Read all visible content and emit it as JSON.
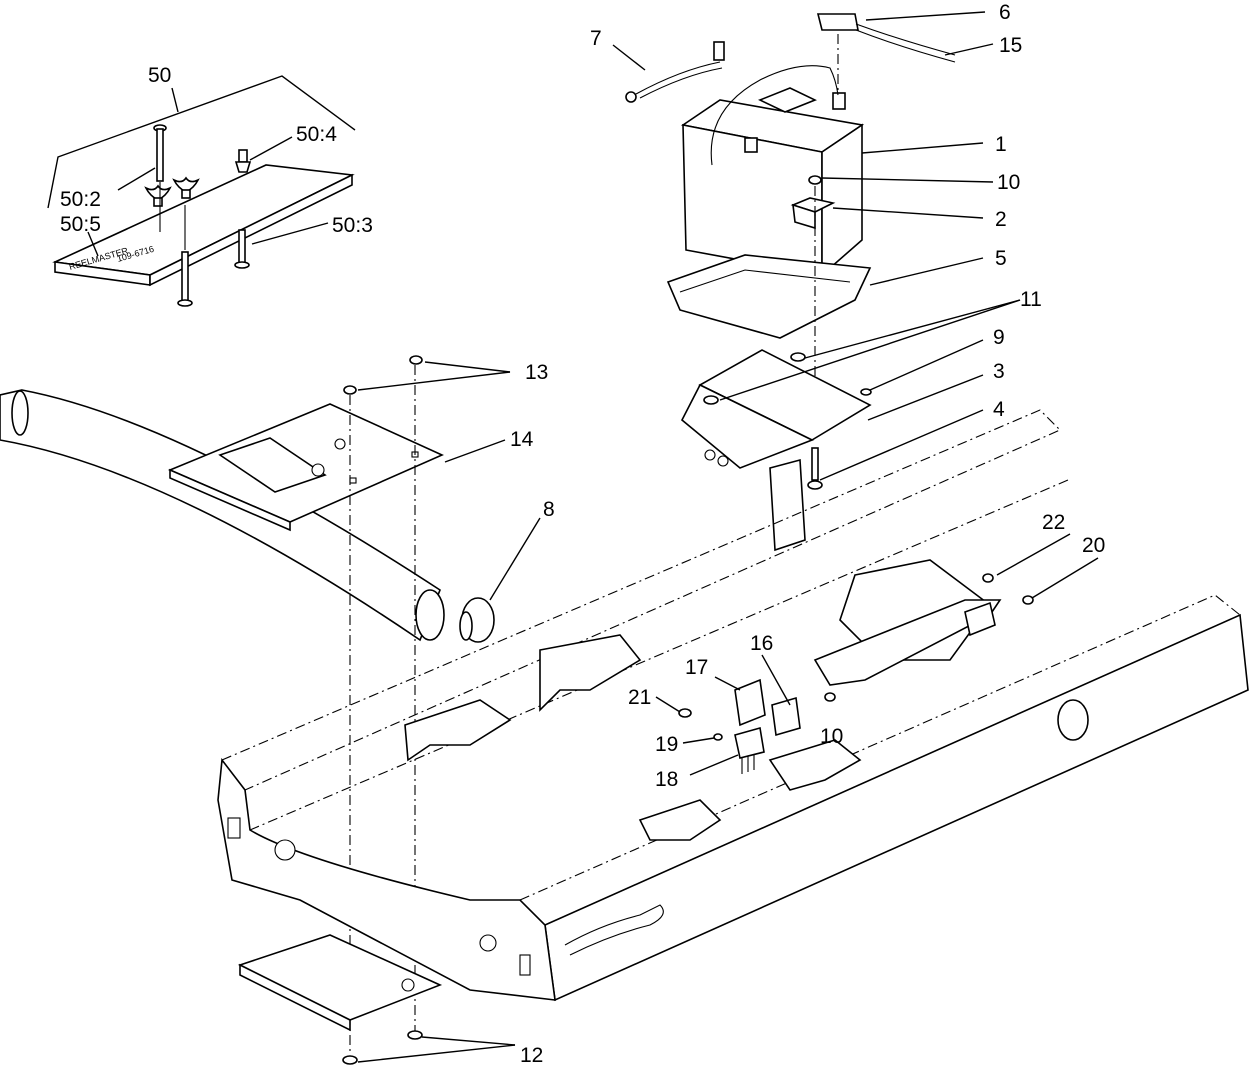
{
  "callouts": [
    {
      "id": "c50",
      "text": "50"
    },
    {
      "id": "c50_4",
      "text": "50:4"
    },
    {
      "id": "c50_2",
      "text": "50:2"
    },
    {
      "id": "c50_5",
      "text": "50:5"
    },
    {
      "id": "c50_3",
      "text": "50:3"
    },
    {
      "id": "c7",
      "text": "7"
    },
    {
      "id": "c6",
      "text": "6"
    },
    {
      "id": "c15",
      "text": "15"
    },
    {
      "id": "c1",
      "text": "1"
    },
    {
      "id": "c10a",
      "text": "10"
    },
    {
      "id": "c2",
      "text": "2"
    },
    {
      "id": "c5",
      "text": "5"
    },
    {
      "id": "c11",
      "text": "11"
    },
    {
      "id": "c9",
      "text": "9"
    },
    {
      "id": "c3",
      "text": "3"
    },
    {
      "id": "c4",
      "text": "4"
    },
    {
      "id": "c13",
      "text": "13"
    },
    {
      "id": "c14",
      "text": "14"
    },
    {
      "id": "c8",
      "text": "8"
    },
    {
      "id": "c22",
      "text": "22"
    },
    {
      "id": "c20",
      "text": "20"
    },
    {
      "id": "c16",
      "text": "16"
    },
    {
      "id": "c17",
      "text": "17"
    },
    {
      "id": "c21",
      "text": "21"
    },
    {
      "id": "c10b",
      "text": "10"
    },
    {
      "id": "c19",
      "text": "19"
    },
    {
      "id": "c18",
      "text": "18"
    },
    {
      "id": "c12",
      "text": "12"
    }
  ],
  "decal": {
    "brand": "REELMASTER",
    "part_number": "109-6716"
  }
}
